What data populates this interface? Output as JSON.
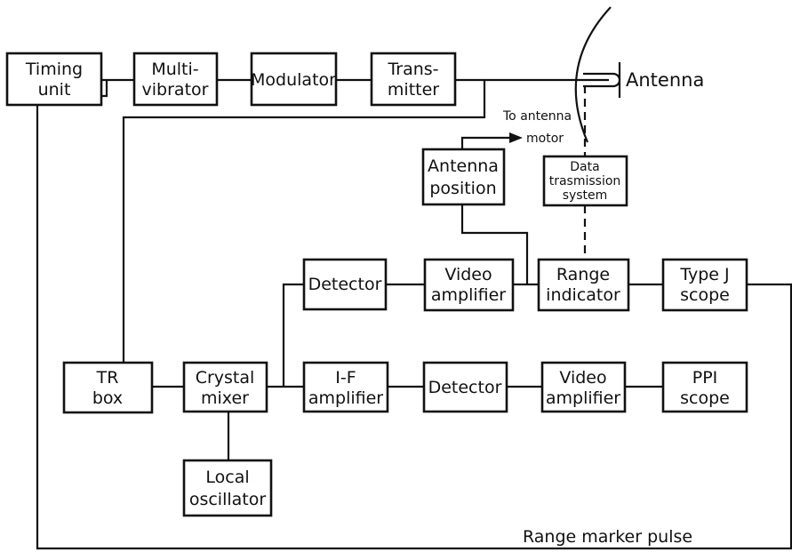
{
  "blocks": {
    "timing_unit": [
      "Timing",
      "unit"
    ],
    "multivibrator": [
      "Multi-",
      "vibrator"
    ],
    "modulator": [
      "Modulator"
    ],
    "transmitter": [
      "Trans-",
      "mitter"
    ],
    "antenna_position": [
      "Antenna",
      "position"
    ],
    "data_transmission": [
      "Data",
      "trasmission",
      "system"
    ],
    "detector_upper": [
      "Detector"
    ],
    "video_amplifier_upper": [
      "Video",
      "amplifier"
    ],
    "range_indicator": [
      "Range",
      "indicator"
    ],
    "type_j_scope": [
      "Type J",
      "scope"
    ],
    "tr_box": [
      "TR",
      "box"
    ],
    "crystal_mixer": [
      "Crystal",
      "mixer"
    ],
    "if_amplifier": [
      "I-F",
      "amplifier"
    ],
    "detector_lower": [
      "Detector"
    ],
    "video_amplifier_lower": [
      "Video",
      "amplifier"
    ],
    "ppi_scope": [
      "PPI",
      "scope"
    ],
    "local_oscillator": [
      "Local",
      "oscillator"
    ]
  },
  "labels": {
    "antenna": "Antenna",
    "to_antenna_motor": [
      "To antenna",
      "motor"
    ],
    "range_marker_pulse": "Range marker pulse"
  }
}
